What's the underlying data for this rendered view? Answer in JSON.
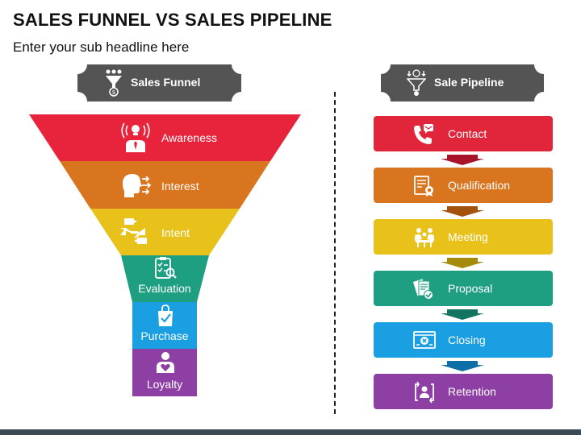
{
  "title": "SALES FUNNEL VS SALES PIPELINE",
  "subtitle": "Enter your sub headline here",
  "funnel": {
    "header": "Sales Funnel",
    "header_icon": "funnel-money-icon",
    "stages": [
      {
        "label": "Awareness",
        "color": "#e8243c",
        "icon": "person-lightbulb-icon"
      },
      {
        "label": "Interest",
        "color": "#d9741f",
        "icon": "head-arrows-icon"
      },
      {
        "label": "Intent",
        "color": "#e8c21a",
        "icon": "handshake-icon"
      },
      {
        "label": "Evaluation",
        "color": "#1f9f82",
        "icon": "clipboard-check-icon"
      },
      {
        "label": "Purchase",
        "color": "#1b9fe3",
        "icon": "shopping-bag-icon"
      },
      {
        "label": "Loyalty",
        "color": "#8e3fa3",
        "icon": "person-heart-icon"
      }
    ]
  },
  "pipeline": {
    "header": "Sale Pipeline",
    "header_icon": "pipeline-funnel-icon",
    "stages": [
      {
        "label": "Contact",
        "color": "#e1253a",
        "arrow_color": "#a8132a",
        "icon": "phone-chat-icon"
      },
      {
        "label": "Qualification",
        "color": "#d9741f",
        "arrow_color": "#a3520e",
        "icon": "certificate-icon"
      },
      {
        "label": "Meeting",
        "color": "#e8c21a",
        "arrow_color": "#a68a0c",
        "icon": "meeting-icon"
      },
      {
        "label": "Proposal",
        "color": "#1f9f82",
        "arrow_color": "#137461",
        "icon": "documents-check-icon"
      },
      {
        "label": "Closing",
        "color": "#1b9fe3",
        "arrow_color": "#0e6fa6",
        "icon": "browser-close-icon"
      },
      {
        "label": "Retention",
        "color": "#8e3fa3",
        "arrow_color": null,
        "icon": "person-cycle-icon"
      }
    ]
  },
  "colors": {
    "header_bg": "#545454",
    "footer_bar": "#3c4a56",
    "text_dark": "#111111"
  }
}
